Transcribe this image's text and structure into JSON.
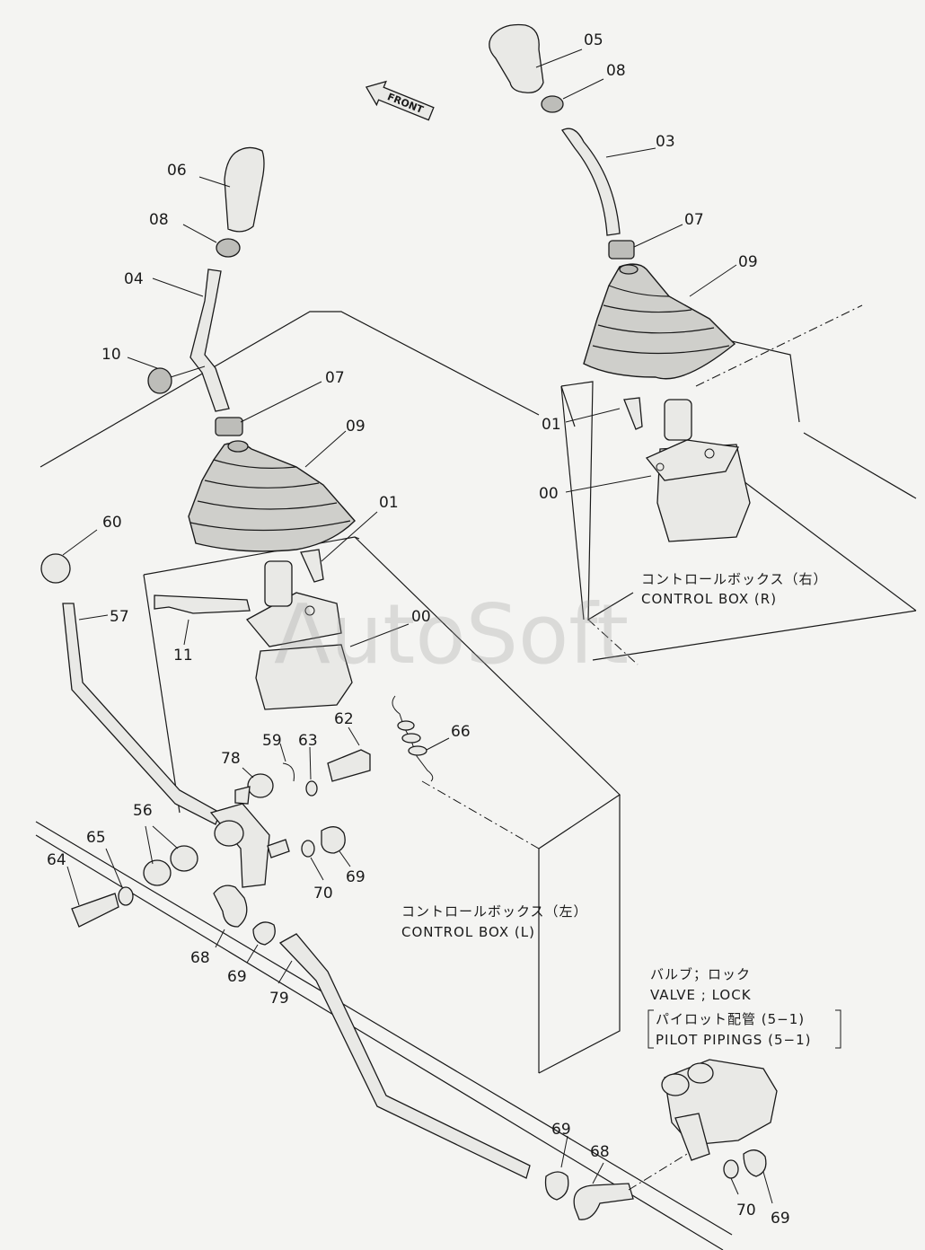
{
  "diagram": {
    "watermark": "AutoSoft",
    "front_label": "FRONT",
    "part_numbers": {
      "p00_right": "00",
      "p00_left": "00",
      "p01_right": "01",
      "p01_left": "01",
      "p03": "03",
      "p04": "04",
      "p05": "05",
      "p06": "06",
      "p07_right": "07",
      "p07_left": "07",
      "p08_right": "08",
      "p08_left": "08",
      "p09_right": "09",
      "p09_left": "09",
      "p10": "10",
      "p11": "11",
      "p56": "56",
      "p57": "57",
      "p59": "59",
      "p60": "60",
      "p62": "62",
      "p63": "63",
      "p64": "64",
      "p65": "65",
      "p66": "66",
      "p68_a": "68",
      "p68_b": "68",
      "p69_a": "69",
      "p69_b": "69",
      "p69_c": "69",
      "p69_d": "69",
      "p70_a": "70",
      "p70_b": "70",
      "p78": "78",
      "p79": "79"
    },
    "captions": {
      "control_box_r_jp": "コントロールボックス（右）",
      "control_box_r_en": "CONTROL BOX (R)",
      "control_box_l_jp": "コントロールボックス（左）",
      "control_box_l_en": "CONTROL BOX (L)",
      "valve_jp": "バルブ；ロック",
      "valve_en": "VALVE ; LOCK",
      "pilot_jp": "パイロット配管 (5−1)",
      "pilot_en": "PILOT PIPINGS (5−1)"
    }
  }
}
